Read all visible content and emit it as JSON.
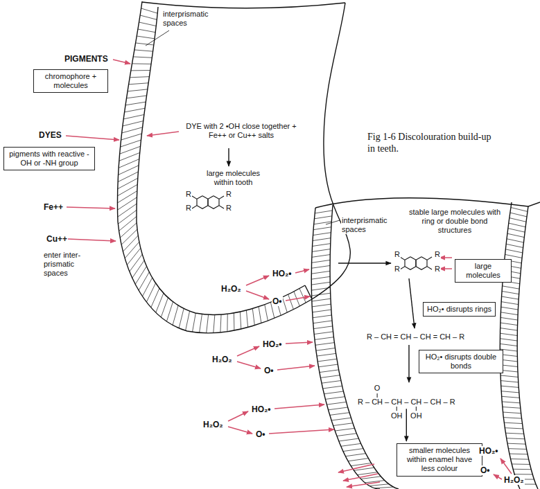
{
  "diagram": {
    "caption": "Fig 1-6 Discolouration build-up in teeth.",
    "nodes": [
      {
        "text": [
          "chromophore + molecules"
        ]
      },
      {
        "text": [
          "pigments with reactive -OH or -NH group"
        ]
      },
      {
        "text": [
          "large molecules"
        ]
      },
      {
        "text": [
          "HO₂• disrupts rings"
        ]
      },
      {
        "text": [
          "HO₂• disrupts double bonds"
        ]
      },
      {
        "text": [
          "smaller molecules within enamel have less colour"
        ]
      }
    ],
    "labels": [
      "interprismatic spaces",
      "PIGMENTS",
      "DYES",
      "Fe++",
      "Cu++",
      "enter inter-prismatic spaces",
      "DYE with 2 •OH close together + Fe++ or Cu++ salts",
      "large molecules within tooth",
      "R",
      "R",
      "R",
      "R",
      "interprismatic spaces",
      "stable large molecules with ring or double bond structures",
      "R",
      "R",
      "R",
      "R",
      "R – CH = CH – CH = CH – R",
      "O",
      "R – CH – CH – CH – CH – R",
      "OH",
      "OH",
      "H₂O₂",
      "HO₂•",
      "O•",
      "H₂O₂",
      "HO₂•",
      "O•",
      "H₂O₂",
      "HO₂•",
      "O•",
      "HO₂•",
      "O•",
      "H₂O₂"
    ]
  }
}
